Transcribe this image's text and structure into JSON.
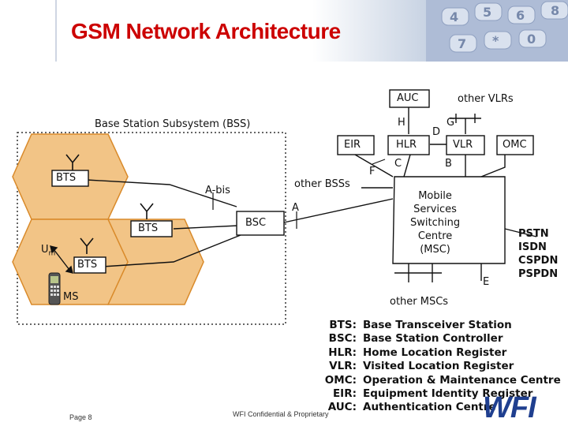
{
  "slide": {
    "title": "GSM Network Architecture",
    "footer_page": "Page 8",
    "footer_conf": "WFI Confidential & Proprietary",
    "logo_text": "WFI"
  },
  "diagram": {
    "bss_label": "Base Station Subsystem (BSS)",
    "bts1": "BTS",
    "bts2": "BTS",
    "bts3": "BTS",
    "bsc": "BSC",
    "ms": "MS",
    "um": "U",
    "um_sub": "m",
    "abis": "A-bis",
    "a_if": "A",
    "other_bss": "other BSSs",
    "auc": "AUC",
    "hlr": "HLR",
    "vlr": "VLR",
    "eir": "EIR",
    "omc": "OMC",
    "msc": [
      "Mobile",
      "Services",
      "Switching",
      "Centre",
      "(MSC)"
    ],
    "other_vlrs": "other VLRs",
    "if_h": "H",
    "if_d": "D",
    "if_g": "G",
    "if_f": "F",
    "if_c": "C",
    "if_b": "B",
    "if_e": "E",
    "other_mscs": "other MSCs",
    "networks": [
      "PSTN",
      "ISDN",
      "CSPDN",
      "PSPDN"
    ]
  },
  "legend": [
    {
      "key": "BTS:",
      "value": "Base Transceiver Station"
    },
    {
      "key": "BSC:",
      "value": "Base Station Controller"
    },
    {
      "key": "HLR:",
      "value": "Home Location Register"
    },
    {
      "key": "VLR:",
      "value": "Visited Location Register"
    },
    {
      "key": "OMC:",
      "value": "Operation & Maintenance Centre"
    },
    {
      "key": "EIR:",
      "value": "Equipment Identity Register"
    },
    {
      "key": "AUC:",
      "value": "Authentication Centre"
    }
  ],
  "colors": {
    "title": "#cc0000",
    "hexagon_fill": "#f2c486",
    "box_fill": "#ffffff",
    "msc_fill": "#ffffff",
    "lines": "#111111"
  }
}
